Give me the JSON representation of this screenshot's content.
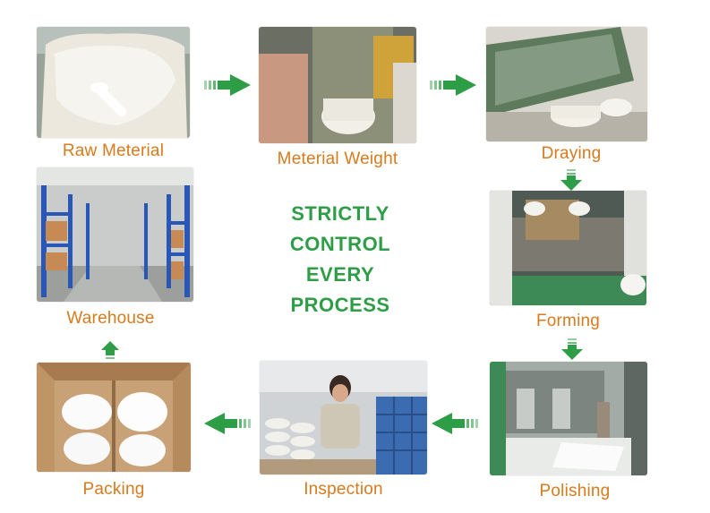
{
  "steps": {
    "raw_material": "Raw Meterial",
    "material_weight": "Meterial Weight",
    "drying": "Draying",
    "forming": "Forming",
    "polishing": "Polishing",
    "inspection": "Inspection",
    "packing": "Packing",
    "warehouse": "Warehouse"
  },
  "center": {
    "line1": "STRICTLY",
    "line2": "CONTROL",
    "line3": "EVERY",
    "line4": "PROCESS"
  },
  "colors": {
    "label": "#d87a1e",
    "center_text": "#2e9e46",
    "arrow": "#2e9e46"
  }
}
